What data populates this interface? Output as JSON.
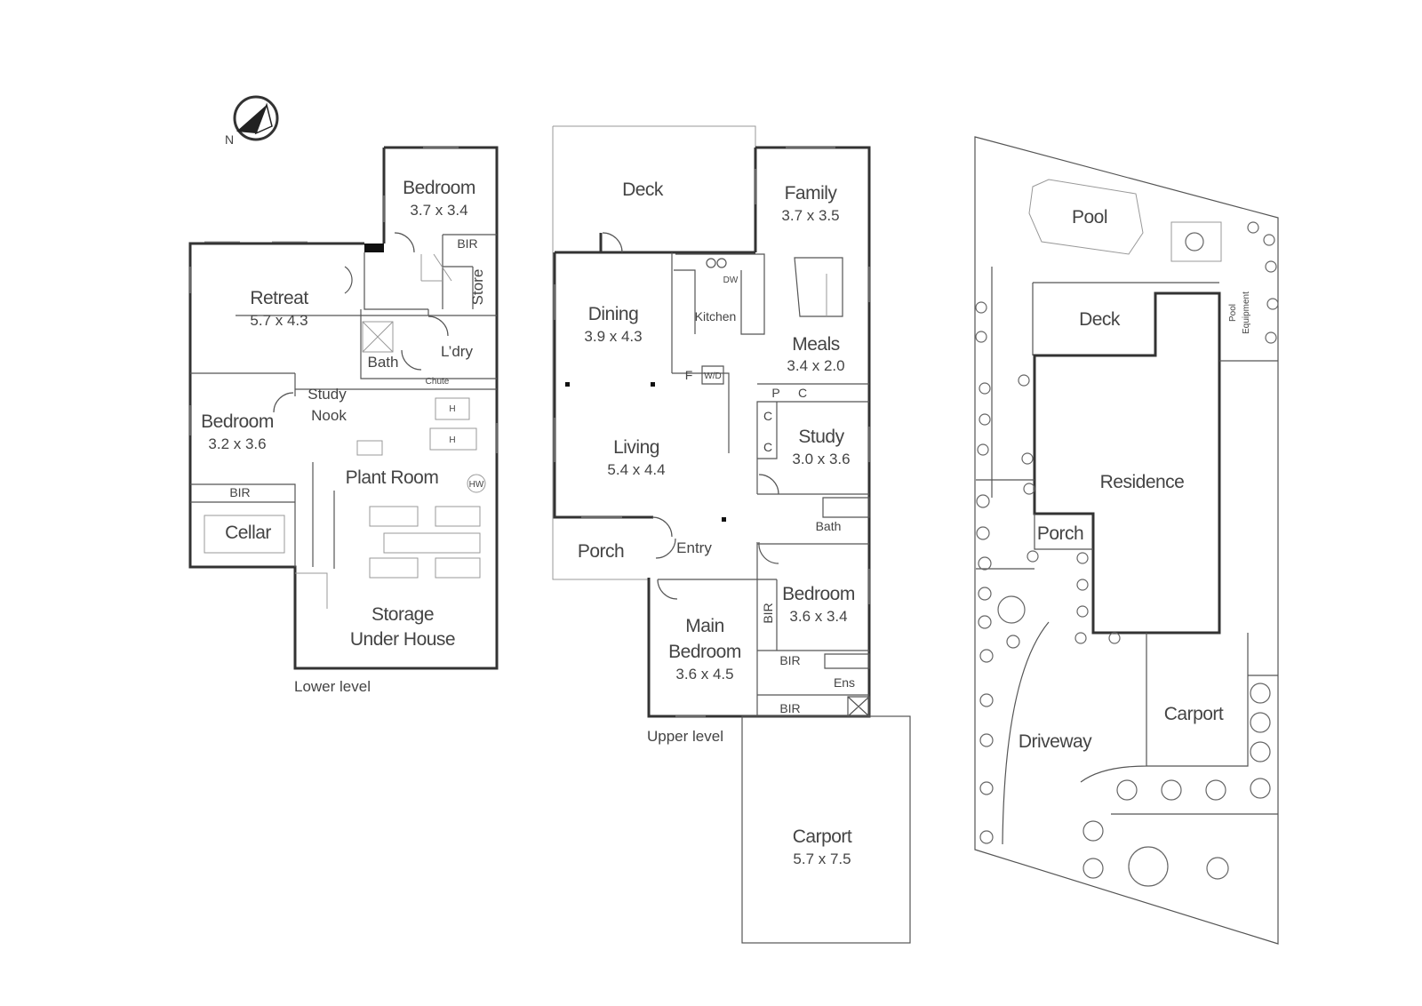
{
  "compass": {
    "label": "N"
  },
  "lower": {
    "caption": "Lower level",
    "bedroom1": {
      "name": "Bedroom",
      "dim": "3.7 x 3.4"
    },
    "bir1": "BIR",
    "store": "Store",
    "retreat": {
      "name": "Retreat",
      "dim": "5.7 x 4.3"
    },
    "laundry": "L’dry",
    "bath": "Bath",
    "chute": "Chute",
    "study_nook": {
      "line1": "Study",
      "line2": "Nook"
    },
    "bedroom2": {
      "name": "Bedroom",
      "dim": "3.2 x 3.6"
    },
    "h1": "H",
    "h2": "H",
    "hw": "HW",
    "plant_room": "Plant Room",
    "bir2": "BIR",
    "cellar": "Cellar",
    "storage": {
      "line1": "Storage",
      "line2": "Under House"
    }
  },
  "upper": {
    "caption": "Upper level",
    "deck": "Deck",
    "family": {
      "name": "Family",
      "dim": "3.7 x 3.5"
    },
    "dining": {
      "name": "Dining",
      "dim": "3.9 x 4.3"
    },
    "kitchen": "Kitchen",
    "dw": "DW",
    "meals": {
      "name": "Meals",
      "dim": "3.4 x 2.0"
    },
    "f": "F",
    "wd": "W/D",
    "p": "P",
    "c1": "C",
    "c2": "C",
    "c3": "C",
    "living": {
      "name": "Living",
      "dim": "5.4 x 4.4"
    },
    "study": {
      "name": "Study",
      "dim": "3.0 x 3.6"
    },
    "bath": "Bath",
    "porch": "Porch",
    "entry": "Entry",
    "bedroom": {
      "name": "Bedroom",
      "dim": "3.6 x 3.4"
    },
    "bir_v": "BIR",
    "main_bedroom": {
      "line1": "Main",
      "line2": "Bedroom",
      "dim": "3.6 x 4.5"
    },
    "bir1": "BIR",
    "ens": "Ens",
    "bir2": "BIR",
    "carport": {
      "name": "Carport",
      "dim": "5.7 x 7.5"
    }
  },
  "site": {
    "pool": "Pool",
    "deck": "Deck",
    "pool_equipment": {
      "line1": "Pool",
      "line2": "Equipment"
    },
    "residence": "Residence",
    "porch": "Porch",
    "carport": "Carport",
    "driveway": "Driveway"
  }
}
